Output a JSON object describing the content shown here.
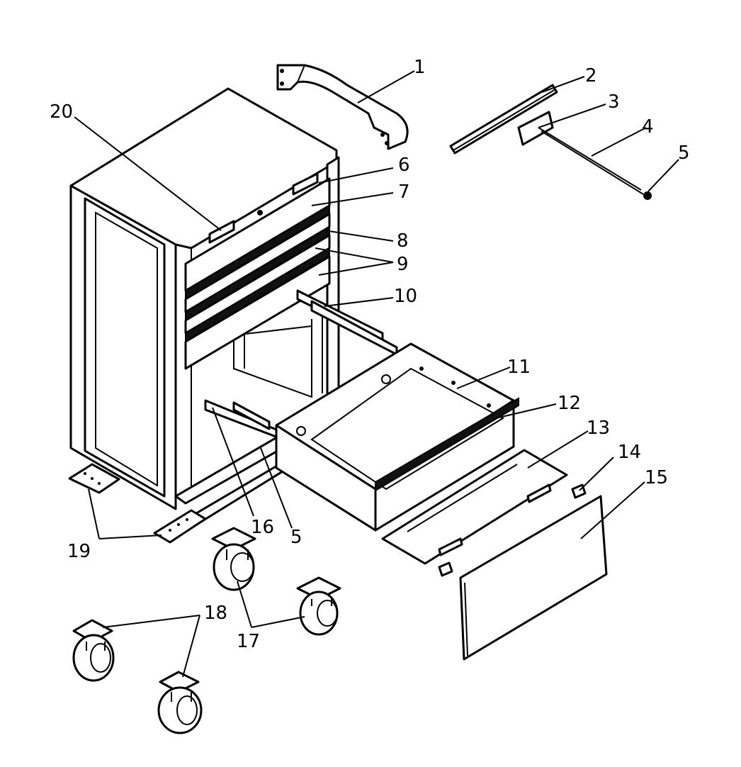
{
  "diagram": {
    "callouts": [
      {
        "id": "1",
        "label": "1"
      },
      {
        "id": "2",
        "label": "2"
      },
      {
        "id": "3",
        "label": "3"
      },
      {
        "id": "4",
        "label": "4"
      },
      {
        "id": "5a",
        "label": "5"
      },
      {
        "id": "6",
        "label": "6"
      },
      {
        "id": "7",
        "label": "7"
      },
      {
        "id": "8",
        "label": "8"
      },
      {
        "id": "9",
        "label": "9"
      },
      {
        "id": "10",
        "label": "10"
      },
      {
        "id": "11",
        "label": "11"
      },
      {
        "id": "12",
        "label": "12"
      },
      {
        "id": "13",
        "label": "13"
      },
      {
        "id": "14",
        "label": "14"
      },
      {
        "id": "15",
        "label": "15"
      },
      {
        "id": "16",
        "label": "16"
      },
      {
        "id": "5b",
        "label": "5"
      },
      {
        "id": "17",
        "label": "17"
      },
      {
        "id": "18",
        "label": "18"
      },
      {
        "id": "19",
        "label": "19"
      },
      {
        "id": "20",
        "label": "20"
      }
    ]
  }
}
